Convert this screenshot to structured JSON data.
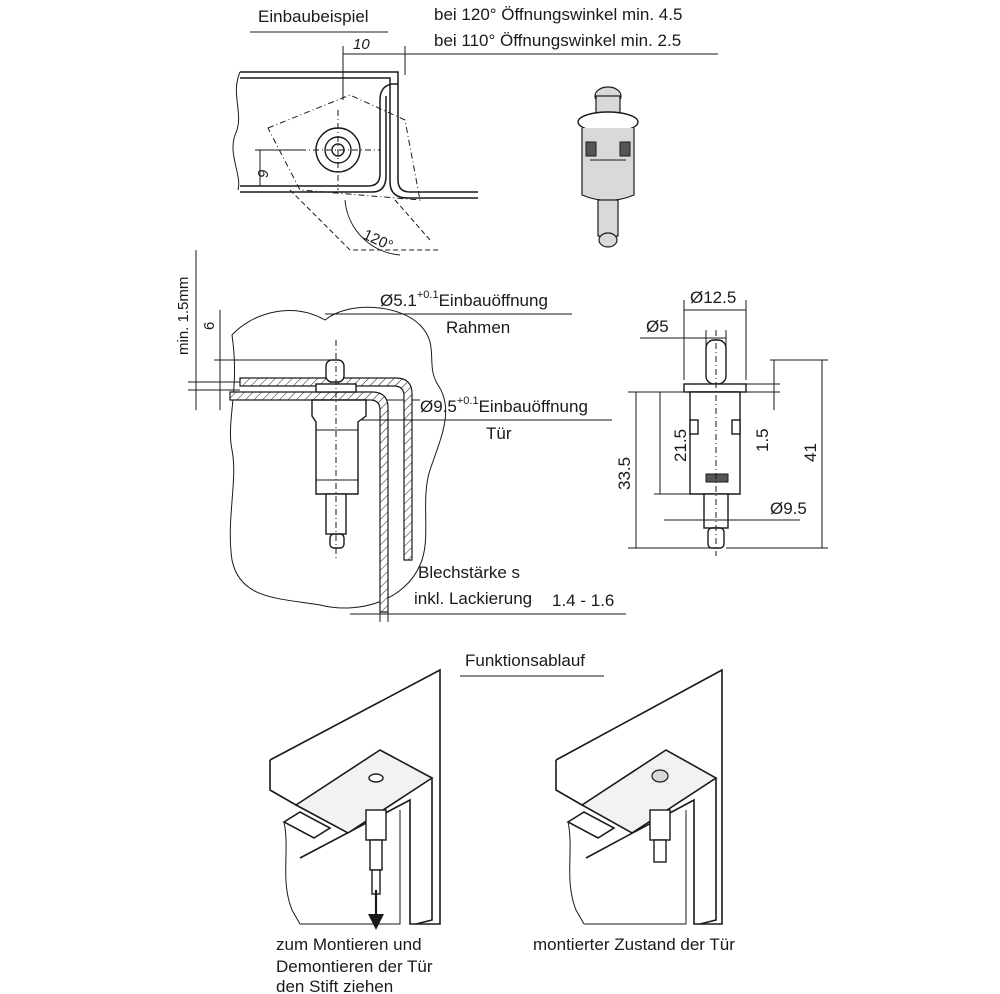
{
  "install_example": {
    "heading": "Einbaubeispiel",
    "angle_note_1": "bei 120° Öffnungswinkel min. 4.5",
    "angle_note_2": "bei 110° Öffnungswinkel min. 2.5",
    "dim_10": "10",
    "dim_9": "9",
    "angle_120": "120°"
  },
  "section_view": {
    "min_label": "min. 1.5mm",
    "dim_6": "6",
    "frame_hole_main": "Ø5.1",
    "frame_hole_tol": "+0.1",
    "frame_hole_text": "Einbauöffnung",
    "frame_label": "Rahmen",
    "door_hole_main": "Ø9.5",
    "door_hole_tol": "+0.1",
    "door_hole_text": "Einbauöffnung",
    "door_label": "Tür",
    "sheet_label": "Blechstärke  s",
    "coating_label": "inkl. Lackierung",
    "sheet_range": "1.4 - 1.6"
  },
  "dimension_view": {
    "d_12_5": "Ø12.5",
    "d_5": "Ø5",
    "d_33_5": "33.5",
    "d_21_5": "21.5",
    "d_1_5": "1.5",
    "d_41": "41",
    "d_9_5": "Ø9.5"
  },
  "function_sequence": {
    "heading": "Funktionsablauf",
    "caption_left_1": "zum Montieren und",
    "caption_left_2": "Demontieren der Tür",
    "caption_left_3": "den Stift ziehen",
    "caption_right": "montierter Zustand der Tür"
  }
}
